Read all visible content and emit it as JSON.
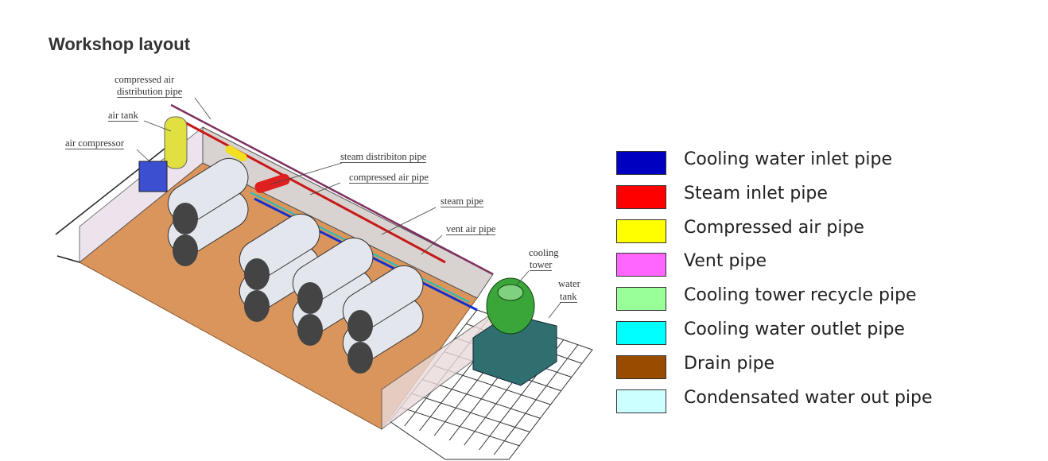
{
  "title": "Workshop layout",
  "labels": {
    "compressed_air_distribution_1": "compressed air",
    "compressed_air_distribution_2": "distribution pipe",
    "air_tank": "air tank",
    "air_compressor": "air compressor",
    "steam_distribution": "steam distribiton pipe",
    "compressed_air_pipe": "compressed air pipe",
    "steam_pipe": "steam pipe",
    "vent_air_pipe": "vent air pipe",
    "cooling_tower_1": "cooling",
    "cooling_tower_2": "tower",
    "water_tank_1": "water",
    "water_tank_2": "tank"
  },
  "legend": [
    {
      "label": "Cooling water inlet pipe",
      "color": "#0000c0"
    },
    {
      "label": "Steam inlet pipe",
      "color": "#ff0000"
    },
    {
      "label": "Compressed air pipe",
      "color": "#ffff00"
    },
    {
      "label": "Vent pipe",
      "color": "#ff66ff"
    },
    {
      "label": "Cooling tower recycle pipe",
      "color": "#99ff99"
    },
    {
      "label": "Cooling water outlet pipe",
      "color": "#00ffff"
    },
    {
      "label": "Drain pipe",
      "color": "#994c00"
    },
    {
      "label": "Condensated water out pipe",
      "color": "#ccffff"
    }
  ]
}
